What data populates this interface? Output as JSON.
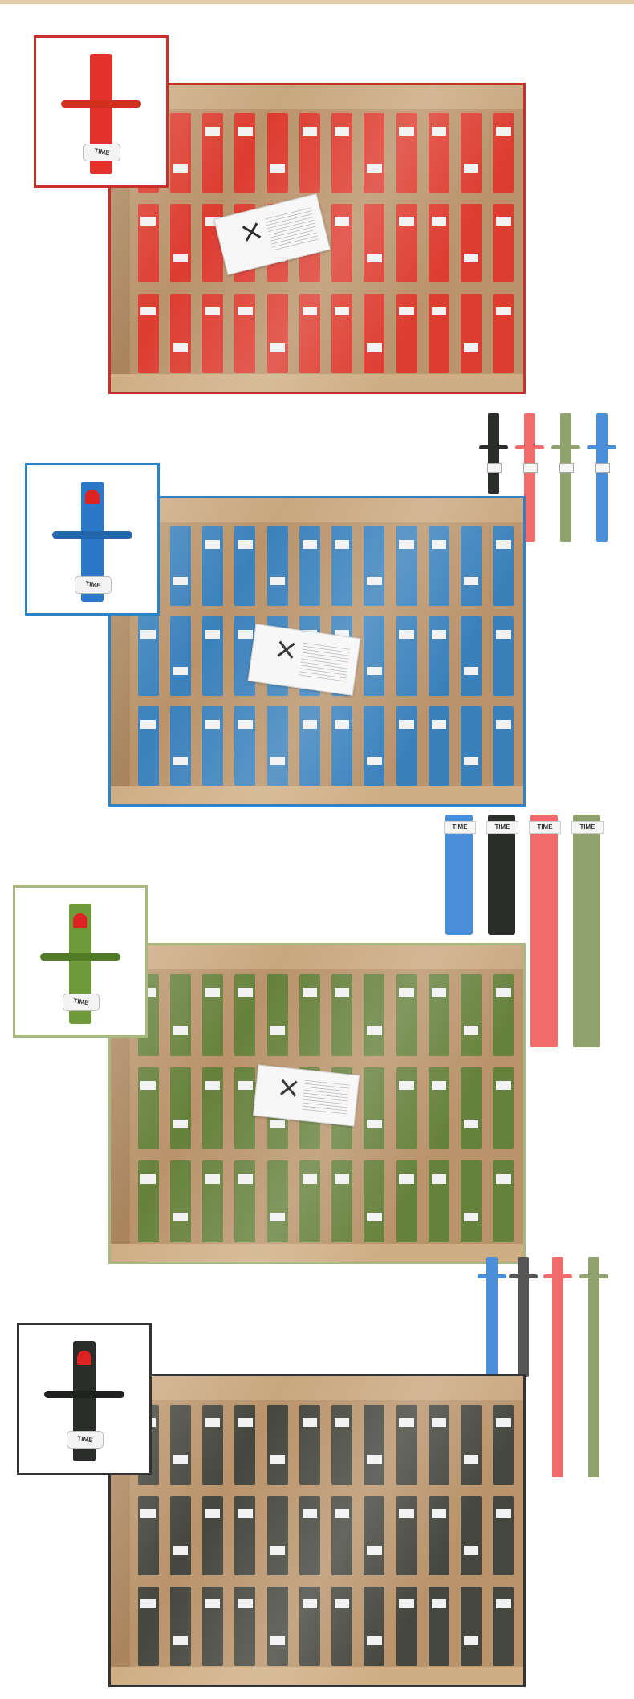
{
  "sections": [
    {
      "id": "red",
      "color": "#e3322c",
      "accent": "#c8302a",
      "pack_color": "#e0342b",
      "band_label": "TIME"
    },
    {
      "id": "blue",
      "color": "#2b78c8",
      "accent": "#2f82c6",
      "pack_color": "#2f7fc3",
      "band_label": "TIME"
    },
    {
      "id": "green",
      "color": "#6e9a3a",
      "accent": "#a7b97f",
      "pack_color": "#5e7f38",
      "band_label": "TIME"
    },
    {
      "id": "black",
      "color": "#2b2d2b",
      "accent": "#333333",
      "pack_color": "#3b3f3a",
      "band_label": "TIME"
    }
  ],
  "variant_colors": [
    "#2b2d2b",
    "#f06b6b",
    "#8fa26d",
    "#4a8fd9"
  ],
  "variant_colors_tall": [
    "#4a8fd9",
    "#2b2d2b",
    "#f06b6b",
    "#8fa26d"
  ],
  "variant_labels": [
    "TIME",
    "TIME",
    "TIME",
    "TIME"
  ],
  "card_color": "#f6f6f6"
}
